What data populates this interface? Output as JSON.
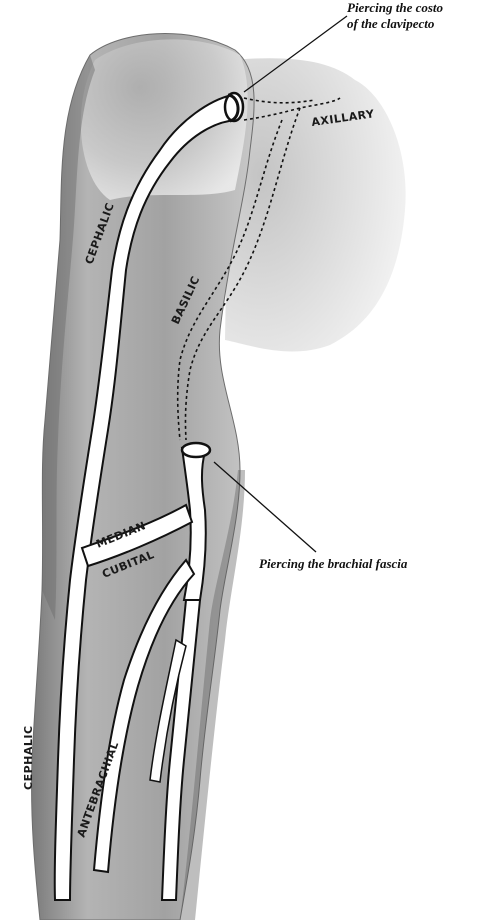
{
  "annotations": {
    "top_line1": "Piercing the costo",
    "top_line2": "of the clavipecto",
    "bottom": "Piercing the brachial fascia"
  },
  "veins": {
    "axillary": "AXILLARY",
    "cephalic_upper": "CEPHALIC",
    "basilic": "BASILIC",
    "median_cubital_1": "MEDIAN",
    "median_cubital_2": "CUBITAL",
    "antebrachial": "ANTEBRACHIAL",
    "cephalic_lower": "CEPHALIC"
  },
  "colors": {
    "skin_dark": "#8a8a8a",
    "skin_light": "#e6e6e6",
    "vein_fill": "#ffffff",
    "outline": "#111111"
  }
}
